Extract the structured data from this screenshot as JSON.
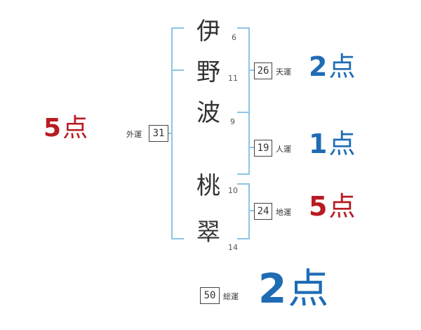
{
  "name_chars": [
    {
      "char": "伊",
      "strokes": "6"
    },
    {
      "char": "野",
      "strokes": "11"
    },
    {
      "char": "波",
      "strokes": "9"
    },
    {
      "char": "桃",
      "strokes": "10"
    },
    {
      "char": "翠",
      "strokes": "14"
    }
  ],
  "fortunes": {
    "gaiun": {
      "label": "外運",
      "value": "31",
      "score": "5",
      "unit": "点",
      "color": "#b81c22"
    },
    "tenun": {
      "label": "天運",
      "value": "26",
      "score": "2",
      "unit": "点",
      "color": "#1f6cb5"
    },
    "jinun": {
      "label": "人運",
      "value": "19",
      "score": "1",
      "unit": "点",
      "color": "#1f6cb5"
    },
    "chiun": {
      "label": "地運",
      "value": "24",
      "score": "5",
      "unit": "点",
      "color": "#b81c22"
    },
    "souun": {
      "label": "総運",
      "value": "50",
      "score": "2",
      "unit": "点",
      "color": "#1f6cb5"
    }
  },
  "bracket_color": "#8ec4e6"
}
